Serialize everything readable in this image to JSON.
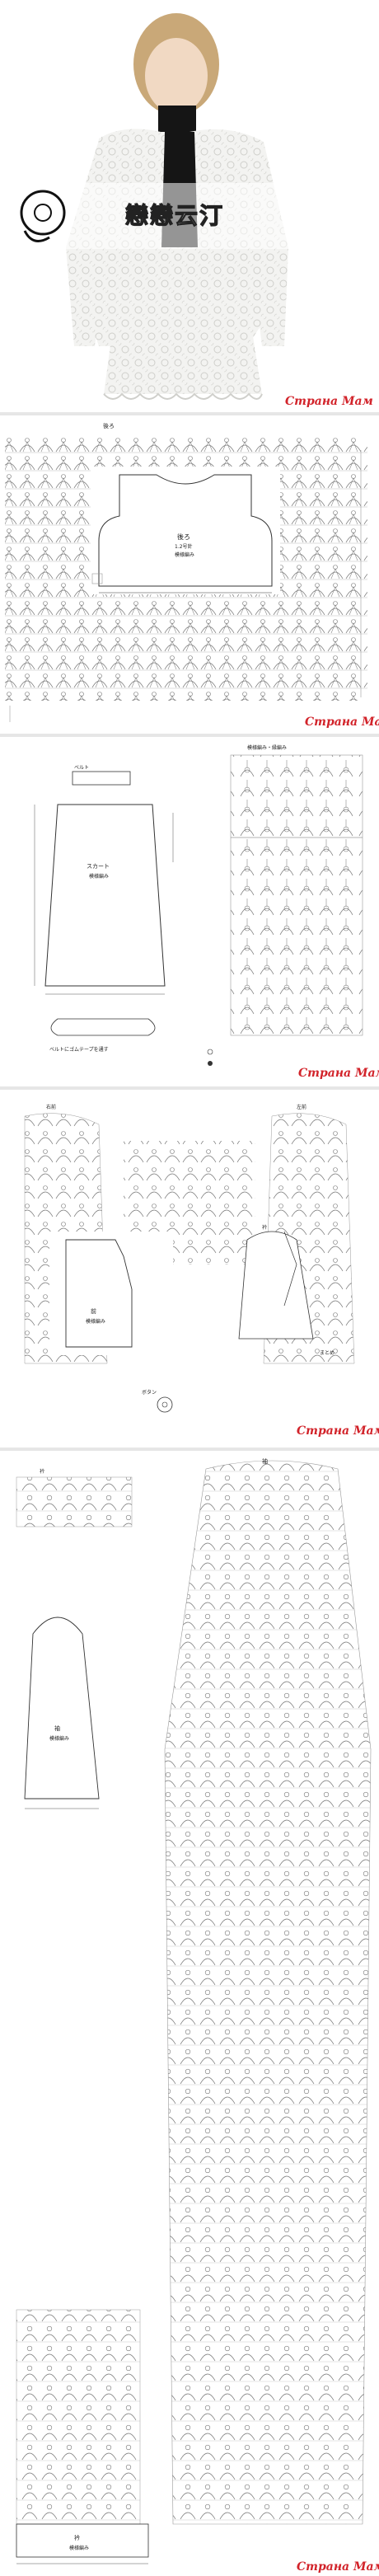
{
  "watermark": {
    "text": "Страна Мам"
  },
  "photo": {
    "logo_text": "戀戀云汀"
  },
  "back": {
    "title": "後ろ",
    "part_label": "後ろ",
    "yarn_note": "1.2号針",
    "stitch": "模様編み"
  },
  "skirt": {
    "belt": "ベルト",
    "skirt_label": "スカート",
    "stitch": "模様編み",
    "panel_title": "模様編み・縁編み",
    "tape_note": "ベルトにゴムテープを通す"
  },
  "front": {
    "right_label": "右前",
    "left_label": "左前",
    "part_label": "前",
    "stitch": "模様編み",
    "collar_label": "衿",
    "button_label": "ボタン",
    "finish_label": "まとめ"
  },
  "sleeve": {
    "title": "袖",
    "part_label": "袖",
    "stitch": "模様編み",
    "collar_label": "衿",
    "collar_stitch": "模様編み",
    "small_title": "衿"
  }
}
